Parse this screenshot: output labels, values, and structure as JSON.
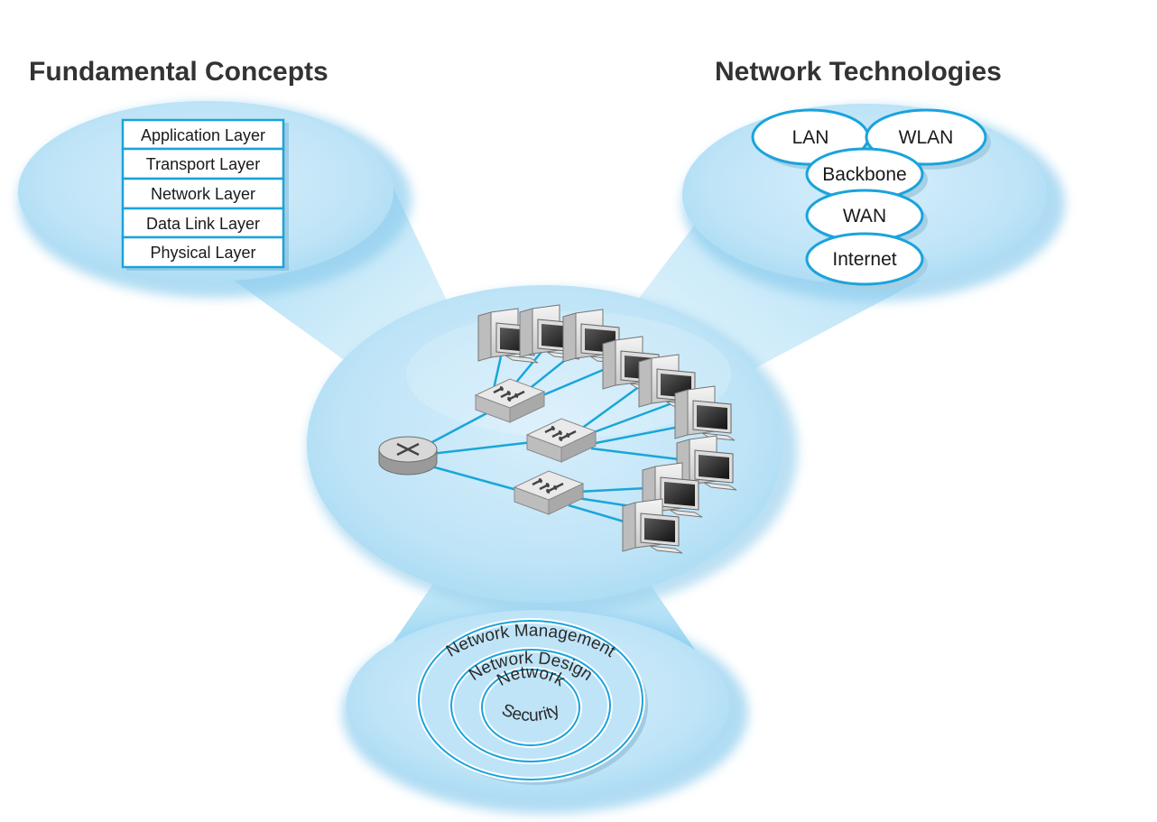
{
  "headings": {
    "left": "Fundamental Concepts",
    "right": "Network Technologies"
  },
  "layers": [
    "Application Layer",
    "Transport Layer",
    "Network Layer",
    "Data Link Layer",
    "Physical Layer"
  ],
  "technologies": {
    "lan": "LAN",
    "wlan": "WLAN",
    "backbone": "Backbone",
    "wan": "WAN",
    "internet": "Internet"
  },
  "rings": {
    "outer": "Network Management",
    "middle": "Network Design",
    "inner_top": "Network",
    "inner_bottom": "Security"
  },
  "colors": {
    "bubble": "#bfe4f7",
    "bubble_edge": "#7cc8ec",
    "outline": "#1aa3dc",
    "cable": "#19a6d8",
    "heading": "#333333"
  },
  "icons": {
    "router": "router-icon",
    "switch": "switch-icon",
    "computer": "computer-icon"
  }
}
